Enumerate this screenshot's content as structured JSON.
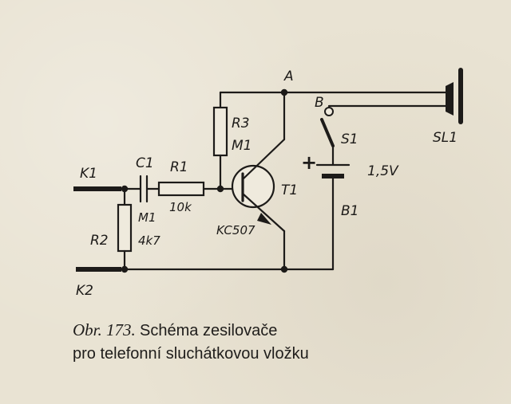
{
  "labels": {
    "k1": "K1",
    "k2": "K2",
    "c1": "C1",
    "c1_value": "M1",
    "r1": "R1",
    "r1_value": "10k",
    "r2": "R2",
    "r2_value": "4k7",
    "r3": "R3",
    "r3_value": "M1",
    "t1": "T1",
    "t1_type": "KC507",
    "node_a": "A",
    "node_b": "B",
    "s1": "S1",
    "b1": "B1",
    "b1_value": "1,5V",
    "plus_sign": "+",
    "sl1": "SL1"
  },
  "caption": {
    "figure_number": "Obr. 173.",
    "line1_text": "Schéma zesilovače",
    "line2_text": "pro telefonní sluchátkovou vložku"
  },
  "colors": {
    "paper": "#e9e3d3",
    "ink": "#1d1b19"
  }
}
